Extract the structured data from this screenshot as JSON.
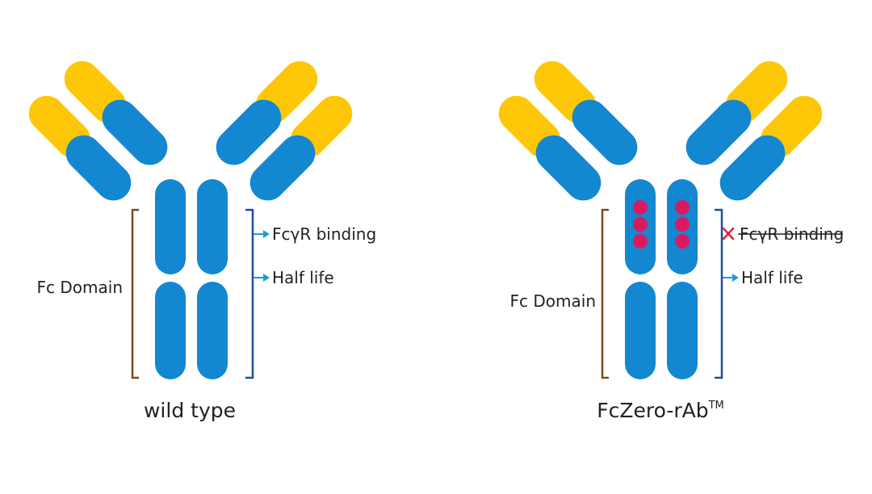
{
  "colors": {
    "light_chain": "#FDC707",
    "heavy_chain": "#1387D0",
    "mutation_dot": "#D81B60",
    "fc_bracket": "#7B4B1C",
    "function_bracket": "#1F4E9B",
    "arrow": "#1E9BD7",
    "cross": "#E0223A",
    "text": "#222222"
  },
  "wild_type": {
    "caption": "wild type",
    "fc_label": "Fc Domain",
    "functions": [
      {
        "label": "FcγR binding",
        "state": "active"
      },
      {
        "label": "Half life",
        "state": "active"
      }
    ]
  },
  "fczero": {
    "caption": "FcZero-rAb",
    "trademark": "TM",
    "fc_label": "Fc Domain",
    "functions": [
      {
        "label": "FcγR binding",
        "state": "abolished"
      },
      {
        "label": "Half life",
        "state": "active"
      }
    ],
    "mutations_per_chain": 3
  }
}
